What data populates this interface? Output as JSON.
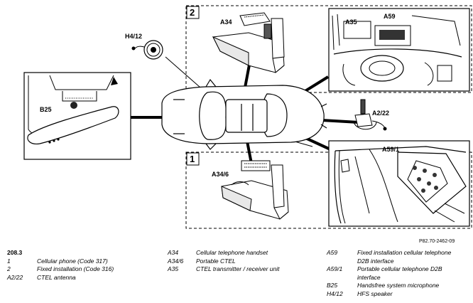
{
  "figure_ref": "P82.70-2462-09",
  "section": "208.3",
  "box_numbers": {
    "box2": "2",
    "box1": "1"
  },
  "callouts": {
    "h4_12": "H4/12",
    "a34": "A34",
    "a35": "A35",
    "a59": "A59",
    "a2_22": "A2/22",
    "b25": "B25",
    "a34_6": "A34/6",
    "a59_1": "A59/1"
  },
  "legend": {
    "col1": [
      {
        "code": "1",
        "desc": "Cellular phone (Code 317)"
      },
      {
        "code": "2",
        "desc": "Fixed installation (Code 316)"
      },
      {
        "code": "A2/22",
        "desc": "CTEL antenna"
      }
    ],
    "col2": [
      {
        "code": "A34",
        "desc": "Cellular telephone handset"
      },
      {
        "code": "A34/6",
        "desc": "Portable CTEL"
      },
      {
        "code": "A35",
        "desc": "CTEL transmitter / receiver unit"
      }
    ],
    "col3": [
      {
        "code": "A59",
        "desc": "Fixed installation cellular telephone D2B interface"
      },
      {
        "code": "A59/1",
        "desc": "Portable cellular telephone D2B interface"
      },
      {
        "code": "B25",
        "desc": "Handsfree system microphone"
      },
      {
        "code": "H4/12",
        "desc": "HFS speaker"
      }
    ]
  }
}
